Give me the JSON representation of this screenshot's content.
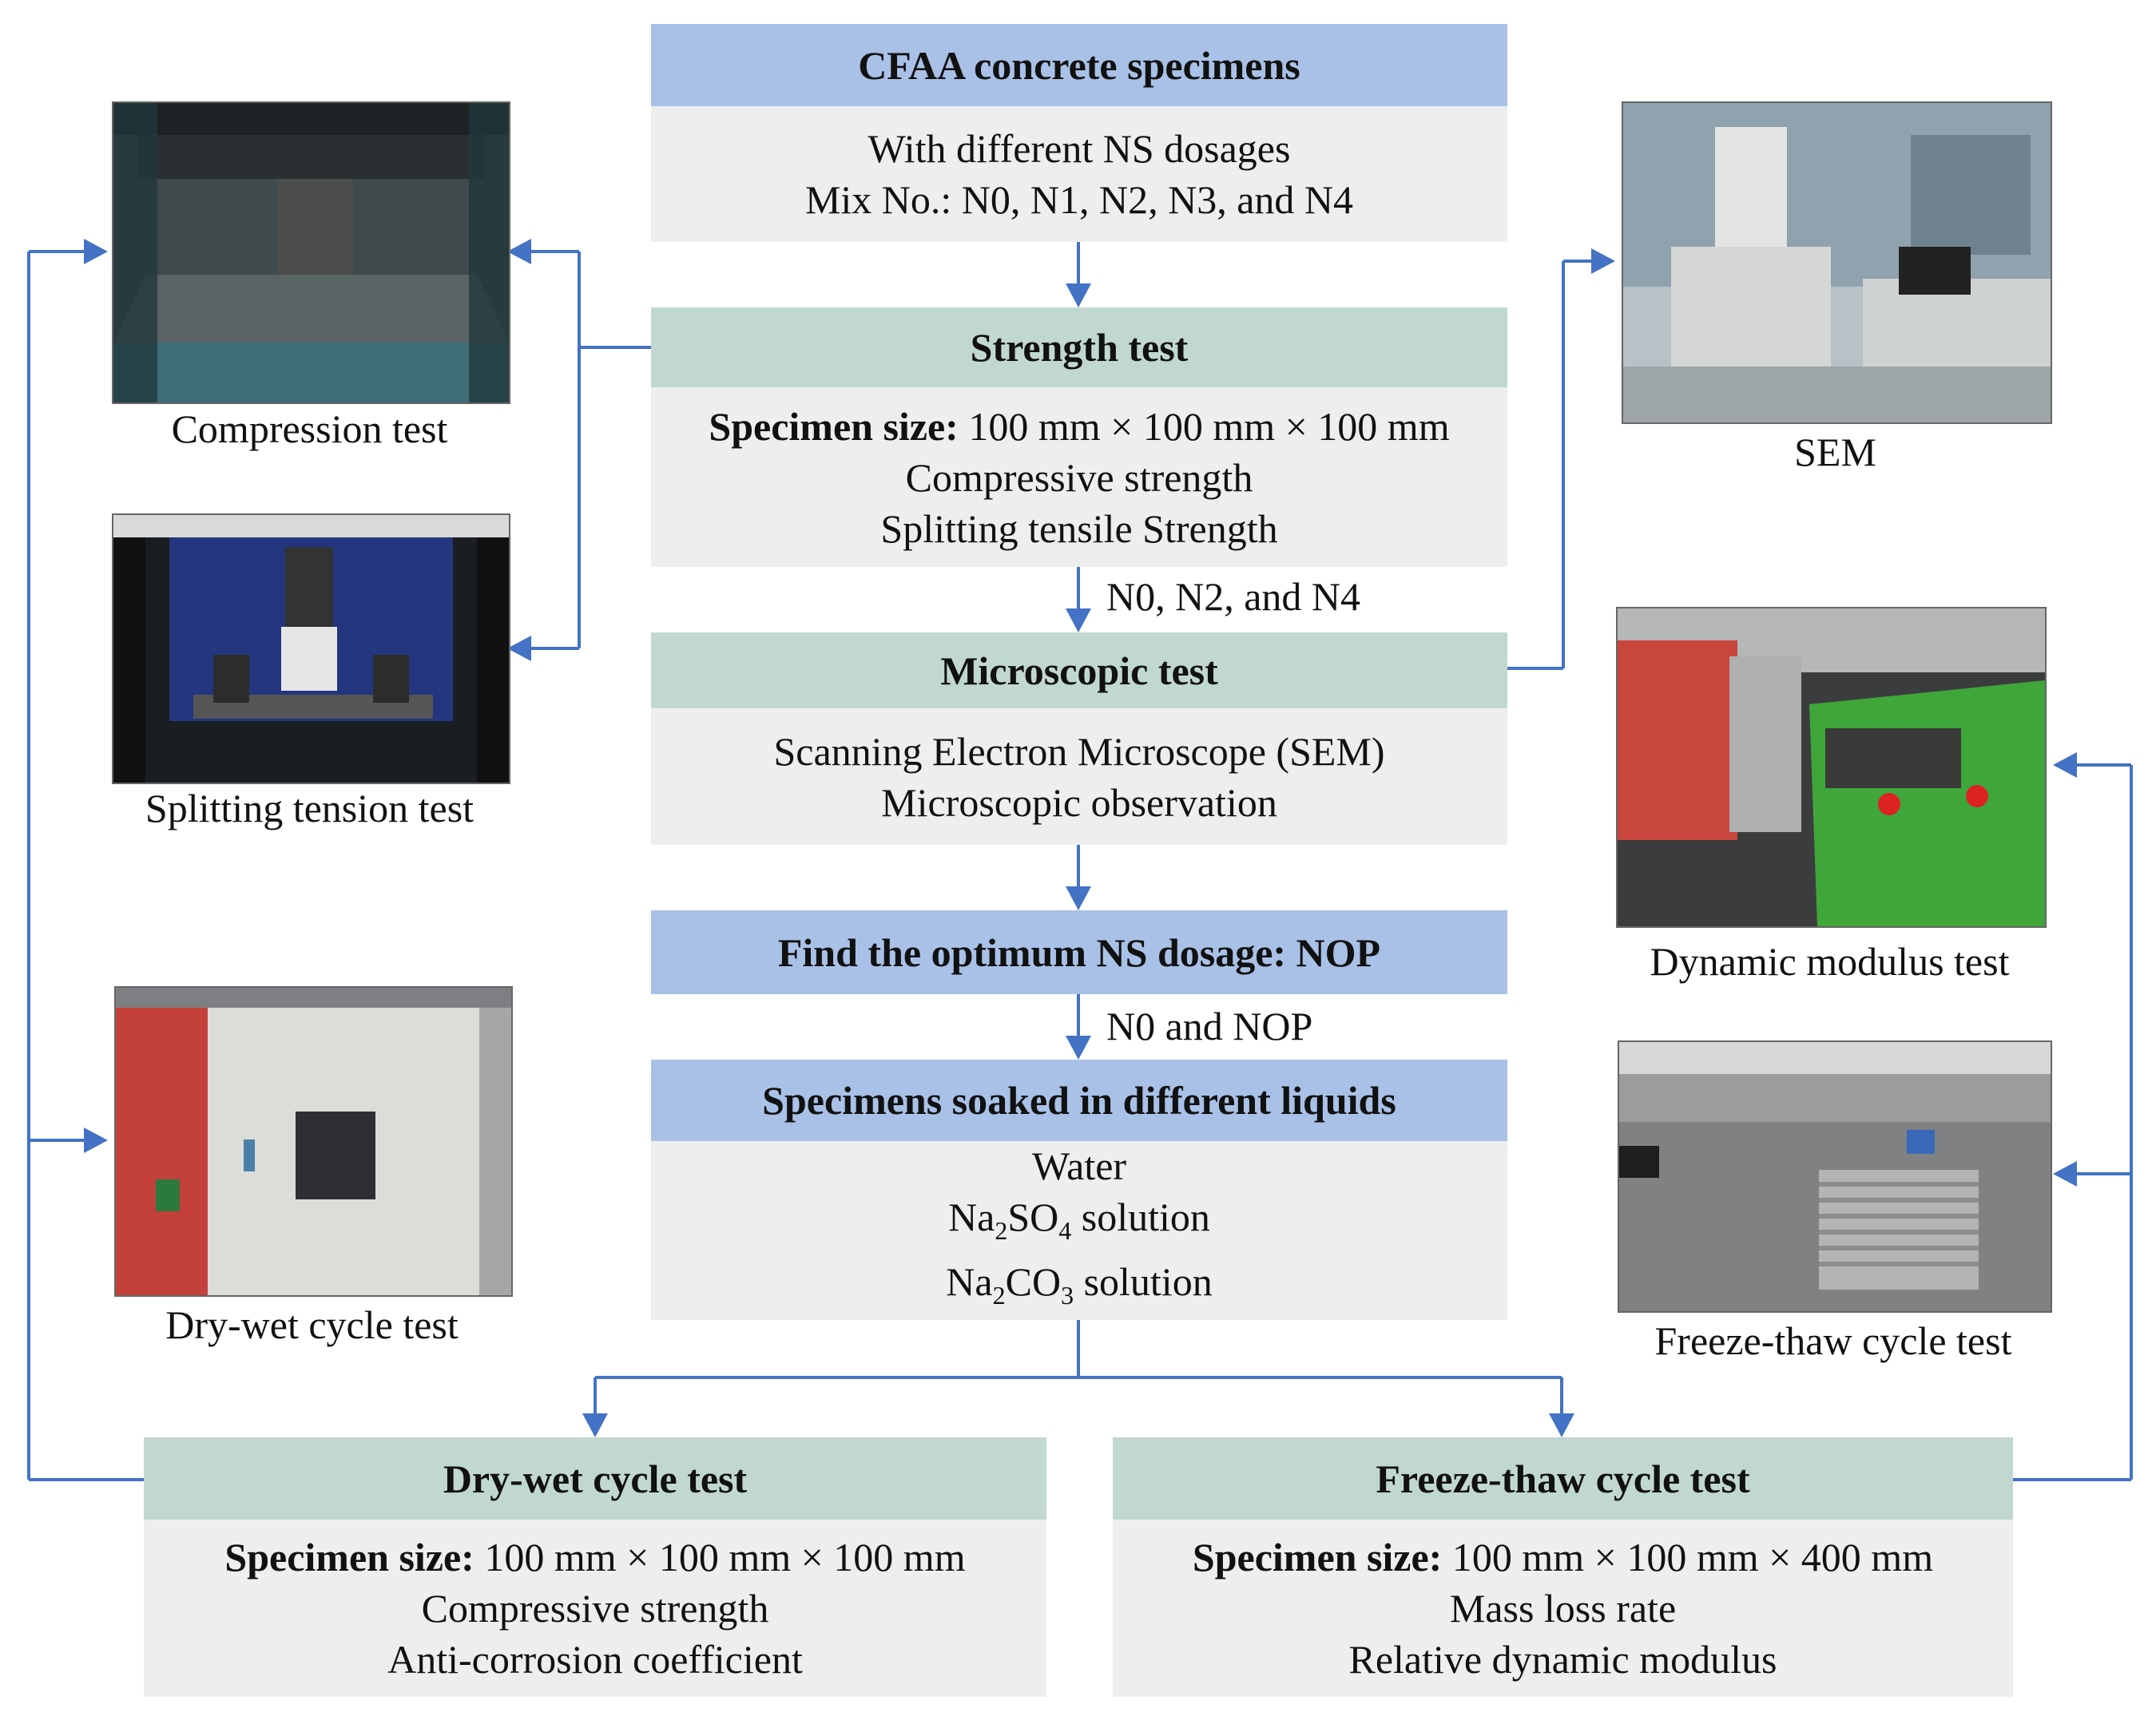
{
  "center": {
    "specimens": {
      "title": "CFAA concrete specimens",
      "line1": "With different NS dosages",
      "line2": "Mix No.: N0, N1, N2, N3, and N4"
    },
    "strength": {
      "title": "Strength test",
      "size_label": "Specimen size:",
      "size_value": " 100 mm × 100 mm × 100 mm",
      "line2": "Compressive strength",
      "line3": "Splitting tensile Strength"
    },
    "micro_edge": "N0, N2,  and N4",
    "microscopic": {
      "title": "Microscopic test",
      "line1": "Scanning Electron Microscope (SEM)",
      "line2": "Microscopic observation"
    },
    "optimum": {
      "title": "Find the optimum NS dosage: NOP"
    },
    "soak_edge": "N0 and NOP",
    "soaked": {
      "title": "Specimens soaked in different liquids",
      "line1": "Water",
      "line2_a": "Na",
      "line2_sub1": "2",
      "line2_b": "SO",
      "line2_sub2": "4",
      "line2_c": " solution",
      "line3_a": "Na",
      "line3_sub1": "2",
      "line3_b": "CO",
      "line3_sub2": "3",
      "line3_c": " solution"
    }
  },
  "bottom": {
    "drywet": {
      "title": "Dry-wet cycle test",
      "size_label": "Specimen size:",
      "size_value": " 100 mm × 100 mm × 100 mm",
      "line2": "Compressive strength",
      "line3": "Anti-corrosion coefficient"
    },
    "freeze": {
      "title": "Freeze-thaw cycle test",
      "size_label": "Specimen size:",
      "size_value": " 100 mm × 100 mm × 400 mm",
      "line2": "Mass loss rate",
      "line3": "Relative dynamic modulus"
    }
  },
  "photos": {
    "compression": "Compression test",
    "splitting": "Splitting tension test",
    "drywet": "Dry-wet cycle test",
    "sem": "SEM",
    "dynamic": "Dynamic modulus test",
    "freezethaw": "Freeze-thaw cycle test"
  },
  "colors": {
    "blue_header": "#a9c1e7",
    "green_header": "#c1d8d1",
    "body_gray": "#eeeeee",
    "arrow": "#4472c4"
  }
}
